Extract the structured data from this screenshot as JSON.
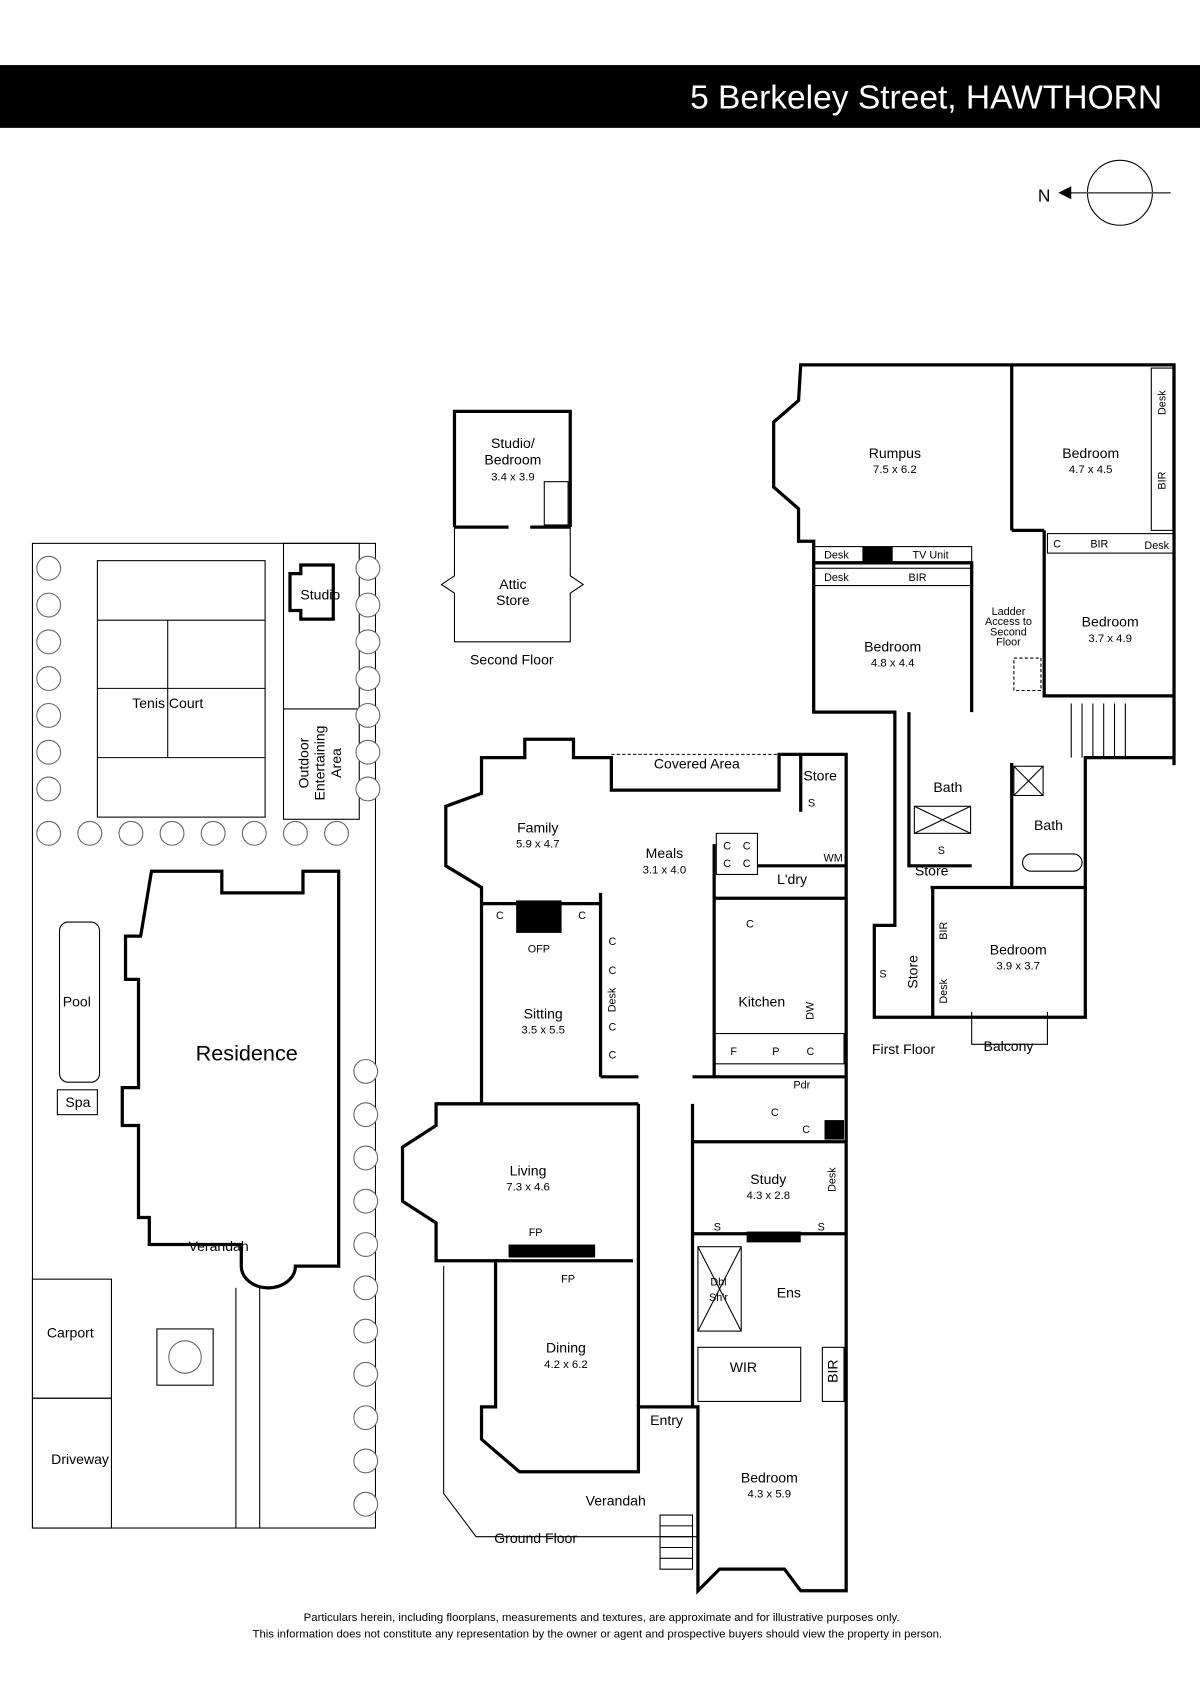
{
  "header": {
    "title": "5 Berkeley Street, HAWTHORN"
  },
  "compass": {
    "label": "N"
  },
  "site": {
    "studio": "Studio",
    "tennis": "Tenis Court",
    "outdoor": [
      "Outdoor",
      "Entertaining",
      "Area"
    ],
    "pool": "Pool",
    "spa": "Spa",
    "residence": "Residence",
    "verandah": "Verandah",
    "carport": "Carport",
    "driveway": "Driveway"
  },
  "second_floor": {
    "label": "Second Floor",
    "studio": {
      "name1": "Studio/",
      "name2": "Bedroom",
      "dims": "3.4 x 3.9"
    },
    "attic": {
      "name1": "Attic",
      "name2": "Store"
    }
  },
  "ground_floor": {
    "label": "Ground Floor",
    "rooms": {
      "covered": "Covered Area",
      "store": "Store",
      "family": {
        "name": "Family",
        "dims": "5.9 x 4.7"
      },
      "meals": {
        "name": "Meals",
        "dims": "3.1 x 4.0"
      },
      "laundry": "L'dry",
      "sitting": {
        "name": "Sitting",
        "dims": "3.5 x 5.5"
      },
      "kitchen": "Kitchen",
      "powder": "Pdr",
      "living": {
        "name": "Living",
        "dims": "7.3 x 4.6"
      },
      "study": {
        "name": "Study",
        "dims": "4.3 x 2.8"
      },
      "ensuite": "Ens",
      "shower1": "Dbl",
      "shower2": "Sh'r",
      "dining": {
        "name": "Dining",
        "dims": "4.2 x 6.2"
      },
      "wir": "WIR",
      "entry": "Entry",
      "bedroom": {
        "name": "Bedroom",
        "dims": "4.3 x 5.9"
      },
      "verandah": "Verandah"
    },
    "fixtures": {
      "s": "S",
      "c": "C",
      "wm": "WM",
      "ofp": "OFP",
      "desk": "Desk",
      "dw": "DW",
      "f": "F",
      "p": "P",
      "fp": "FP",
      "bir": "BIR"
    }
  },
  "first_floor": {
    "label": "First Floor",
    "rumpus": {
      "name": "Rumpus",
      "dims": "7.5 x 6.2"
    },
    "bed1": {
      "name": "Bedroom",
      "dims": "4.7 x 4.5"
    },
    "bed2": {
      "name": "Bedroom",
      "dims": "4.8 x 4.4"
    },
    "bed3": {
      "name": "Bedroom",
      "dims": "3.7 x 4.9"
    },
    "bed4": {
      "name": "Bedroom",
      "dims": "3.9 x 3.7"
    },
    "ladder": [
      "Ladder",
      "Access to",
      "Second",
      "Floor"
    ],
    "bath": "Bath",
    "store": "Store",
    "balcony": "Balcony",
    "fixtures": {
      "desk": "Desk",
      "bir": "BIR",
      "c": "C",
      "tv": "TV Unit",
      "s": "S"
    }
  },
  "footer": {
    "line1": "Particulars herein, including floorplans, measurements and textures, are approximate and for illustrative purposes only.",
    "line2": "This information does not constitute any representation by the owner or agent and prospective buyers should view the property in person."
  }
}
